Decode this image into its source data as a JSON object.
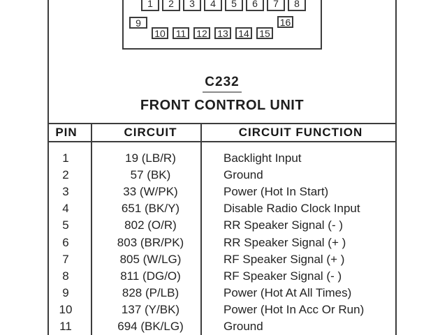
{
  "page": {
    "background": "#ffffff",
    "line_color": "#3c3c3c",
    "underline_color": "#8a8a8a"
  },
  "connector": {
    "id_label": "C232",
    "title": "FRONT CONTROL UNIT",
    "top_row_pins": [
      "1",
      "2",
      "3",
      "4",
      "5",
      "6",
      "7",
      "8"
    ],
    "left_pin": "9",
    "bottom_row_pins": [
      "10",
      "11",
      "12",
      "13",
      "14",
      "15"
    ],
    "right_pin": "16"
  },
  "table": {
    "headers": [
      "PIN",
      "CIRCUIT",
      "CIRCUIT FUNCTION"
    ],
    "rows": [
      {
        "pin": "1",
        "circuit": "19 (LB/R)",
        "function": "Backlight Input"
      },
      {
        "pin": "2",
        "circuit": "57 (BK)",
        "function": "Ground"
      },
      {
        "pin": "3",
        "circuit": "33 (W/PK)",
        "function": "Power (Hot In Start)"
      },
      {
        "pin": "4",
        "circuit": "651 (BK/Y)",
        "function": "Disable Radio Clock Input"
      },
      {
        "pin": "5",
        "circuit": "802 (O/R)",
        "function": "RR Speaker Signal (- )"
      },
      {
        "pin": "6",
        "circuit": "803 (BR/PK)",
        "function": "RR Speaker Signal (+ )"
      },
      {
        "pin": "7",
        "circuit": "805 (W/LG)",
        "function": "RF Speaker Signal (+ )"
      },
      {
        "pin": "8",
        "circuit": "811 (DG/O)",
        "function": "RF Speaker Signal (- )"
      },
      {
        "pin": "9",
        "circuit": "828 (P/LB)",
        "function": "Power (Hot At All Times)"
      },
      {
        "pin": "10",
        "circuit": "137 (Y/BK)",
        "function": "Power (Hot In Acc Or Run)"
      },
      {
        "pin": "11",
        "circuit": "694 (BK/LG)",
        "function": "Ground"
      }
    ]
  }
}
